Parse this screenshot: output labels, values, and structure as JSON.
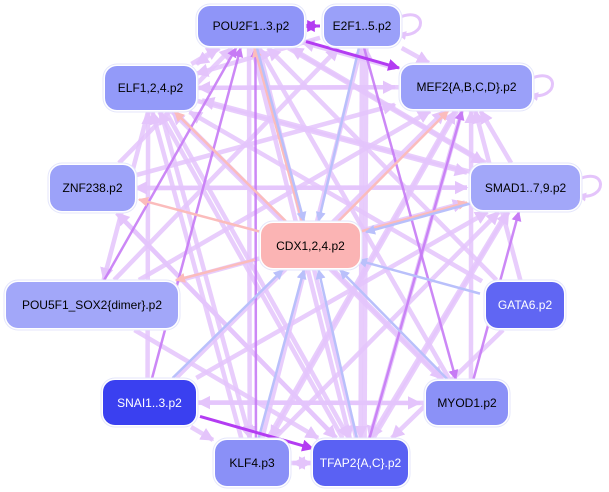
{
  "colors": {
    "edge_default": "#e4c4fb",
    "edge_strong": "#c77bf5",
    "edge_strongest": "#b33cf2",
    "edge_to_target_blue": "#b9c0fb",
    "edge_from_target_pink": "#fbbcbc"
  },
  "nodes": [
    {
      "id": "pou2f1",
      "label": "POU2F1..3.p2",
      "color": "#8f95f8",
      "text": "dark"
    },
    {
      "id": "e2f1",
      "label": "E2F1..5.p2",
      "color": "#9aa0f9",
      "text": "dark"
    },
    {
      "id": "mef2",
      "label": "MEF2{A,B,C,D}.p2",
      "color": "#9aa0f9",
      "text": "dark"
    },
    {
      "id": "elf1",
      "label": "ELF1,2,4.p2",
      "color": "#939af9",
      "text": "dark"
    },
    {
      "id": "znf238",
      "label": "ZNF238.p2",
      "color": "#9ca2f9",
      "text": "dark"
    },
    {
      "id": "smad",
      "label": "SMAD1..7,9.p2",
      "color": "#a2a7f9",
      "text": "dark"
    },
    {
      "id": "cdx",
      "label": "CDX1,2,4.p2",
      "color": "#fbb4b4",
      "text": "dark"
    },
    {
      "id": "pou5f1",
      "label": "POU5F1_SOX2{dimer}.p2",
      "color": "#a2a7f9",
      "text": "dark"
    },
    {
      "id": "gata6",
      "label": "GATA6.p2",
      "color": "#6066f3",
      "text": "light"
    },
    {
      "id": "snai",
      "label": "SNAI1..3.p2",
      "color": "#3a40f0",
      "text": "light"
    },
    {
      "id": "myod1",
      "label": "MYOD1.p2",
      "color": "#8b91f7",
      "text": "dark"
    },
    {
      "id": "klf4",
      "label": "KLF4.p3",
      "color": "#8a90f7",
      "text": "dark"
    },
    {
      "id": "tfap2",
      "label": "TFAP2{A,C}.p2",
      "color": "#5a61f3",
      "text": "light"
    }
  ],
  "edges": [
    {
      "from": "pou2f1",
      "to": "cdx",
      "kind": "blue"
    },
    {
      "from": "e2f1",
      "to": "cdx",
      "kind": "blue"
    },
    {
      "from": "smad",
      "to": "cdx",
      "kind": "blue"
    },
    {
      "from": "gata6",
      "to": "cdx",
      "kind": "blue"
    },
    {
      "from": "snai",
      "to": "cdx",
      "kind": "blue"
    },
    {
      "from": "klf4",
      "to": "cdx",
      "kind": "blue"
    },
    {
      "from": "tfap2",
      "to": "cdx",
      "kind": "blue"
    },
    {
      "from": "myod1",
      "to": "cdx",
      "kind": "blue"
    },
    {
      "from": "cdx",
      "to": "pou2f1",
      "kind": "pink"
    },
    {
      "from": "cdx",
      "to": "elf1",
      "kind": "pink"
    },
    {
      "from": "cdx",
      "to": "znf238",
      "kind": "pink"
    },
    {
      "from": "cdx",
      "to": "mef2",
      "kind": "pink"
    },
    {
      "from": "cdx",
      "to": "pou5f1",
      "kind": "pink"
    },
    {
      "from": "cdx",
      "to": "smad",
      "kind": "pink"
    },
    {
      "from": "pou2f1",
      "to": "e2f1",
      "kind": "strongest"
    },
    {
      "from": "e2f1",
      "to": "pou2f1",
      "kind": "strongest"
    },
    {
      "from": "pou2f1",
      "to": "mef2",
      "kind": "strongest"
    },
    {
      "from": "snai",
      "to": "tfap2",
      "kind": "strongest"
    },
    {
      "from": "snai",
      "to": "pou2f1",
      "kind": "strong"
    },
    {
      "from": "pou5f1",
      "to": "pou2f1",
      "kind": "strong"
    },
    {
      "from": "myod1",
      "to": "smad",
      "kind": "strong"
    },
    {
      "from": "tfap2",
      "to": "mef2",
      "kind": "strong"
    },
    {
      "from": "klf4",
      "to": "pou2f1",
      "kind": "strong"
    },
    {
      "from": "e2f1",
      "to": "myod1",
      "kind": "strong"
    },
    {
      "from": "elf1",
      "to": "mef2",
      "kind": "default"
    },
    {
      "from": "elf1",
      "to": "smad",
      "kind": "default"
    },
    {
      "from": "elf1",
      "to": "myod1",
      "kind": "default"
    },
    {
      "from": "elf1",
      "to": "tfap2",
      "kind": "default"
    },
    {
      "from": "elf1",
      "to": "klf4",
      "kind": "default"
    },
    {
      "from": "znf238",
      "to": "mef2",
      "kind": "default"
    },
    {
      "from": "znf238",
      "to": "smad",
      "kind": "default"
    },
    {
      "from": "znf238",
      "to": "tfap2",
      "kind": "default"
    },
    {
      "from": "znf238",
      "to": "pou2f1",
      "kind": "default"
    },
    {
      "from": "pou5f1",
      "to": "mef2",
      "kind": "default"
    },
    {
      "from": "pou5f1",
      "to": "smad",
      "kind": "default"
    },
    {
      "from": "pou5f1",
      "to": "e2f1",
      "kind": "default"
    },
    {
      "from": "pou5f1",
      "to": "tfap2",
      "kind": "default"
    },
    {
      "from": "snai",
      "to": "mef2",
      "kind": "default"
    },
    {
      "from": "snai",
      "to": "smad",
      "kind": "default"
    },
    {
      "from": "snai",
      "to": "myod1",
      "kind": "default"
    },
    {
      "from": "snai",
      "to": "elf1",
      "kind": "default"
    },
    {
      "from": "snai",
      "to": "klf4",
      "kind": "default"
    },
    {
      "from": "klf4",
      "to": "mef2",
      "kind": "default"
    },
    {
      "from": "klf4",
      "to": "e2f1",
      "kind": "default"
    },
    {
      "from": "klf4",
      "to": "elf1",
      "kind": "default"
    },
    {
      "from": "klf4",
      "to": "smad",
      "kind": "default"
    },
    {
      "from": "klf4",
      "to": "tfap2",
      "kind": "default"
    },
    {
      "from": "tfap2",
      "to": "pou2f1",
      "kind": "default"
    },
    {
      "from": "tfap2",
      "to": "e2f1",
      "kind": "default"
    },
    {
      "from": "tfap2",
      "to": "elf1",
      "kind": "default"
    },
    {
      "from": "tfap2",
      "to": "smad",
      "kind": "default"
    },
    {
      "from": "tfap2",
      "to": "znf238",
      "kind": "default"
    },
    {
      "from": "tfap2",
      "to": "klf4",
      "kind": "default"
    },
    {
      "from": "myod1",
      "to": "mef2",
      "kind": "default"
    },
    {
      "from": "myod1",
      "to": "pou2f1",
      "kind": "default"
    },
    {
      "from": "myod1",
      "to": "elf1",
      "kind": "default"
    },
    {
      "from": "myod1",
      "to": "snai",
      "kind": "default"
    },
    {
      "from": "gata6",
      "to": "mef2",
      "kind": "default"
    },
    {
      "from": "gata6",
      "to": "tfap2",
      "kind": "default"
    },
    {
      "from": "gata6",
      "to": "pou2f1",
      "kind": "default"
    },
    {
      "from": "gata6",
      "to": "elf1",
      "kind": "default"
    },
    {
      "from": "smad",
      "to": "mef2",
      "kind": "default"
    },
    {
      "from": "smad",
      "to": "pou2f1",
      "kind": "default"
    },
    {
      "from": "smad",
      "to": "elf1",
      "kind": "default"
    },
    {
      "from": "smad",
      "to": "tfap2",
      "kind": "default"
    },
    {
      "from": "smad",
      "to": "znf238",
      "kind": "default"
    },
    {
      "from": "mef2",
      "to": "elf1",
      "kind": "default"
    },
    {
      "from": "mef2",
      "to": "tfap2",
      "kind": "default"
    },
    {
      "from": "mef2",
      "to": "klf4",
      "kind": "default"
    },
    {
      "from": "mef2",
      "to": "pou2f1",
      "kind": "default"
    },
    {
      "from": "e2f1",
      "to": "elf1",
      "kind": "default"
    },
    {
      "from": "e2f1",
      "to": "tfap2",
      "kind": "default"
    },
    {
      "from": "e2f1",
      "to": "mef2",
      "kind": "default"
    },
    {
      "from": "pou2f1",
      "to": "elf1",
      "kind": "default"
    },
    {
      "from": "pou2f1",
      "to": "tfap2",
      "kind": "default"
    },
    {
      "from": "pou2f1",
      "to": "klf4",
      "kind": "default"
    },
    {
      "from": "pou2f1",
      "to": "smad",
      "kind": "default"
    },
    {
      "from": "elf1",
      "to": "pou2f1",
      "kind": "default"
    },
    {
      "from": "elf1",
      "to": "pou5f1",
      "kind": "default"
    }
  ],
  "self_loops": [
    "e2f1",
    "mef2",
    "smad"
  ]
}
